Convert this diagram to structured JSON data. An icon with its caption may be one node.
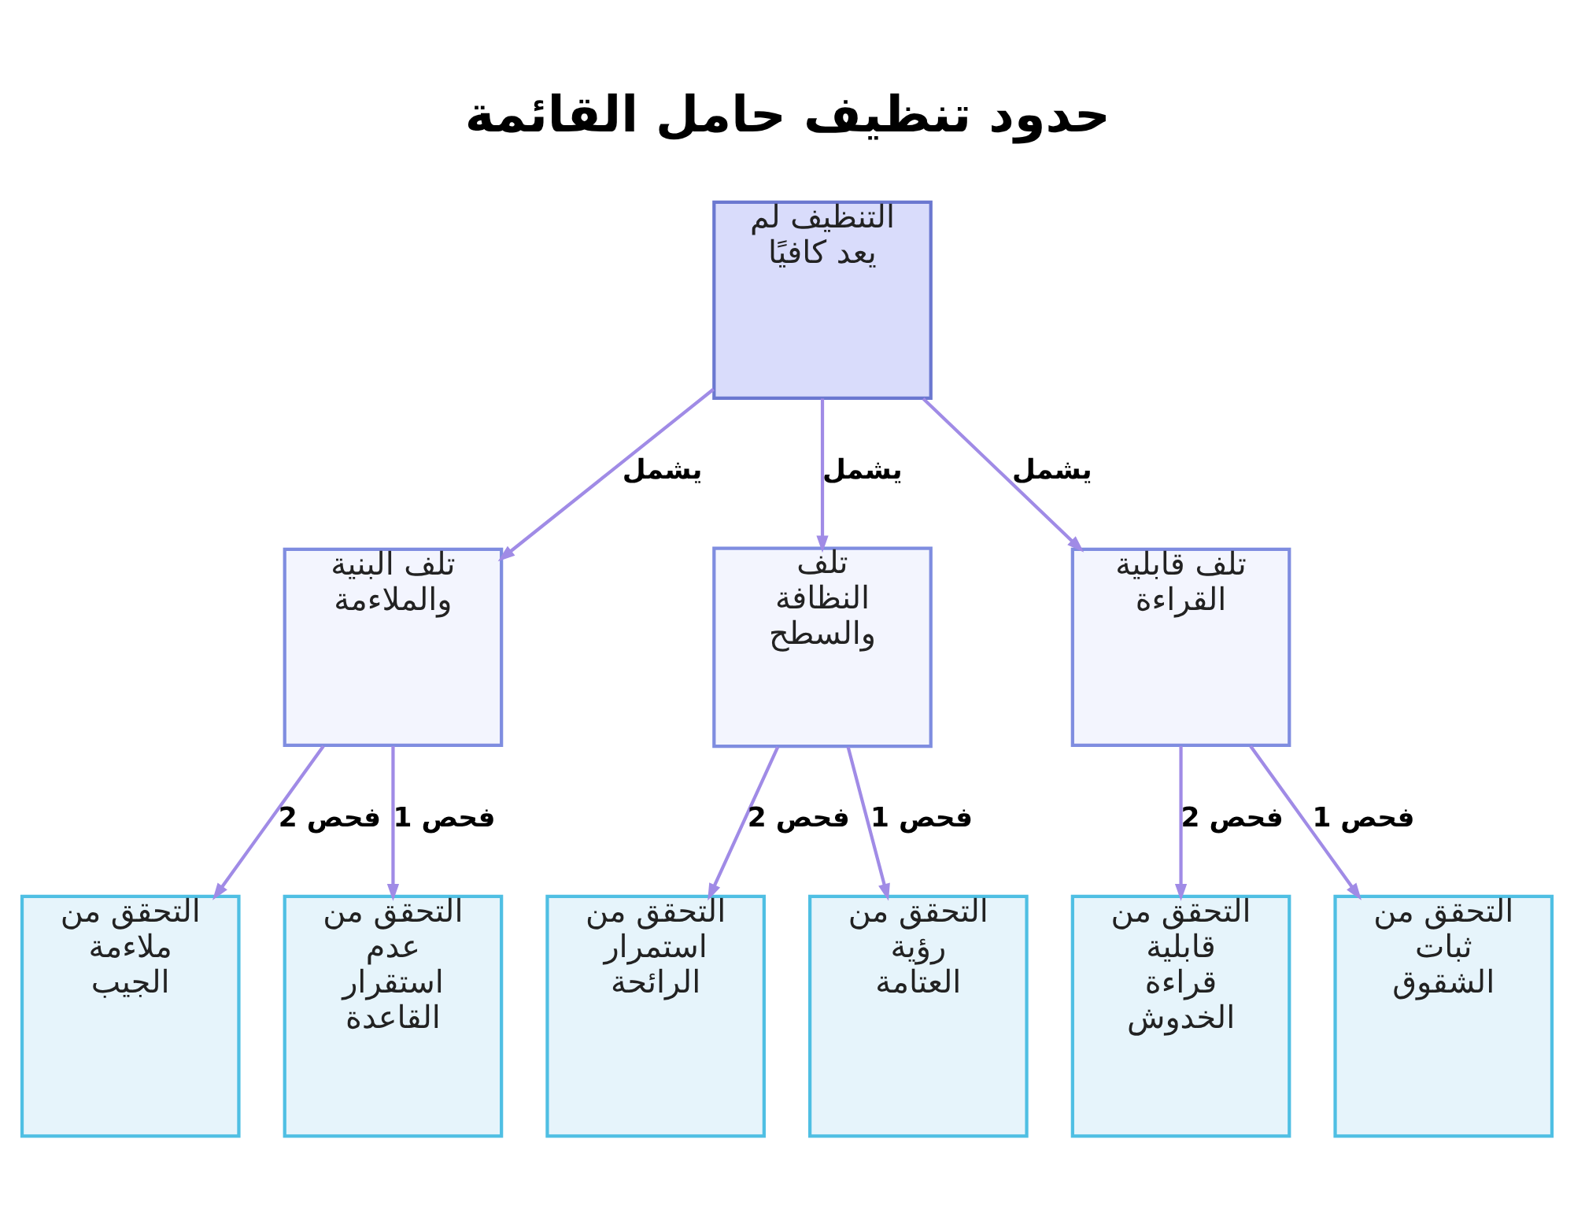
{
  "diagram": {
    "title": "حدود تنظيف حامل القائمة",
    "nodes": [
      {
        "text": [
          "التنظيف لم يعد كافيًا"
        ]
      },
      {
        "text": [
          "تلف البنية والملاءمة"
        ]
      },
      {
        "text": [
          "تلف النظافة والسطح"
        ]
      },
      {
        "text": [
          "تلف قابلية القراءة"
        ]
      },
      {
        "text": [
          "التحقق من ملاءمة الجيب"
        ]
      },
      {
        "text": [
          "التحقق من عدم استقرار القاعدة"
        ]
      },
      {
        "text": [
          "التحقق من استمرار الرائحة"
        ]
      },
      {
        "text": [
          "التحقق من رؤية العتامة"
        ]
      },
      {
        "text": [
          "التحقق من قابلية قراءة الخدوش"
        ]
      },
      {
        "text": [
          "التحقق من ثبات الشقوق"
        ]
      }
    ],
    "edges": [
      {
        "from": 0,
        "to": 1,
        "arrow": "to",
        "label": "يشمل"
      },
      {
        "from": 0,
        "to": 2,
        "arrow": "to",
        "label": "يشمل"
      },
      {
        "from": 0,
        "to": 3,
        "arrow": "to",
        "label": "يشمل"
      },
      {
        "from": 1,
        "to": 4,
        "arrow": "to",
        "label": "فحص 2"
      },
      {
        "from": 1,
        "to": 5,
        "arrow": "to",
        "label": "فحص 1"
      },
      {
        "from": 2,
        "to": 6,
        "arrow": "to",
        "label": "فحص 2"
      },
      {
        "from": 2,
        "to": 7,
        "arrow": "to",
        "label": "فحص 1"
      },
      {
        "from": 3,
        "to": 8,
        "arrow": "to",
        "label": "فحص 2"
      },
      {
        "from": 3,
        "to": 9,
        "arrow": "to",
        "label": "فحص 1"
      }
    ]
  }
}
